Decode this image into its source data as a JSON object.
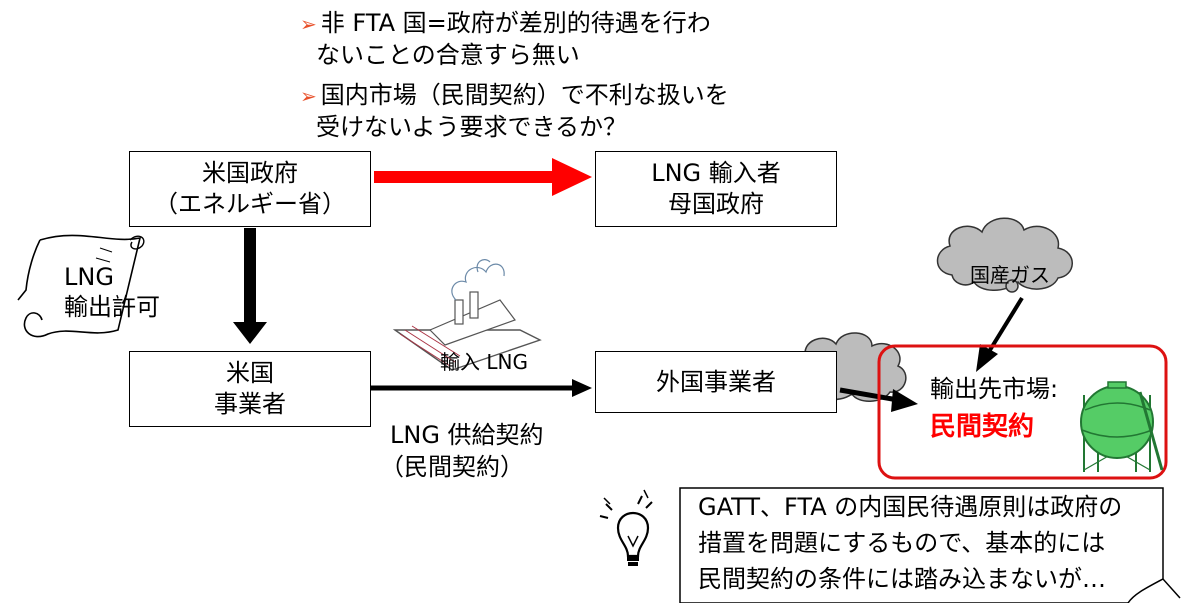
{
  "top_notes": {
    "note1_line1": "非 FTA 国=政府が差別的待遇を行わ",
    "note1_line2": "ないことの合意すら無い",
    "note2_line1": "国内市場（民間契約）で不利な扱いを",
    "note2_line2": "受けないよう要求できるか？"
  },
  "nodes": {
    "us_gov": {
      "line1": "米国政府",
      "line2": "（エネルギー省）"
    },
    "importer_gov": {
      "line1": "LNG 輸入者",
      "line2": "母国政府"
    },
    "us_business": {
      "line1": "米国",
      "line2": "事業者"
    },
    "foreign_business": {
      "line1": "外国事業者"
    },
    "export_market": {
      "label": "輸出先市場:",
      "highlight": "民間契約"
    }
  },
  "labels": {
    "permit_line1": "LNG",
    "permit_line2": "輸出許可",
    "import_lng": "輸入 LNG",
    "contract_line1": "LNG 供給契約",
    "contract_line2": "（民間契約）",
    "domestic_gas": "国産ガス"
  },
  "callout": {
    "line1": "GATT、FTA の内国民待遇原則は政府の",
    "line2": "措置を問題にするもので、基本的には",
    "line3": "民間契約の条件には踏み込まないが…"
  },
  "colors": {
    "red_arrow": "#ff0000",
    "highlight_text": "#ff0000",
    "market_border": "#dd1111",
    "bullet": "#e8502a",
    "cloud_fill": "#bcbcbc",
    "tank_fill": "#55cc66"
  }
}
